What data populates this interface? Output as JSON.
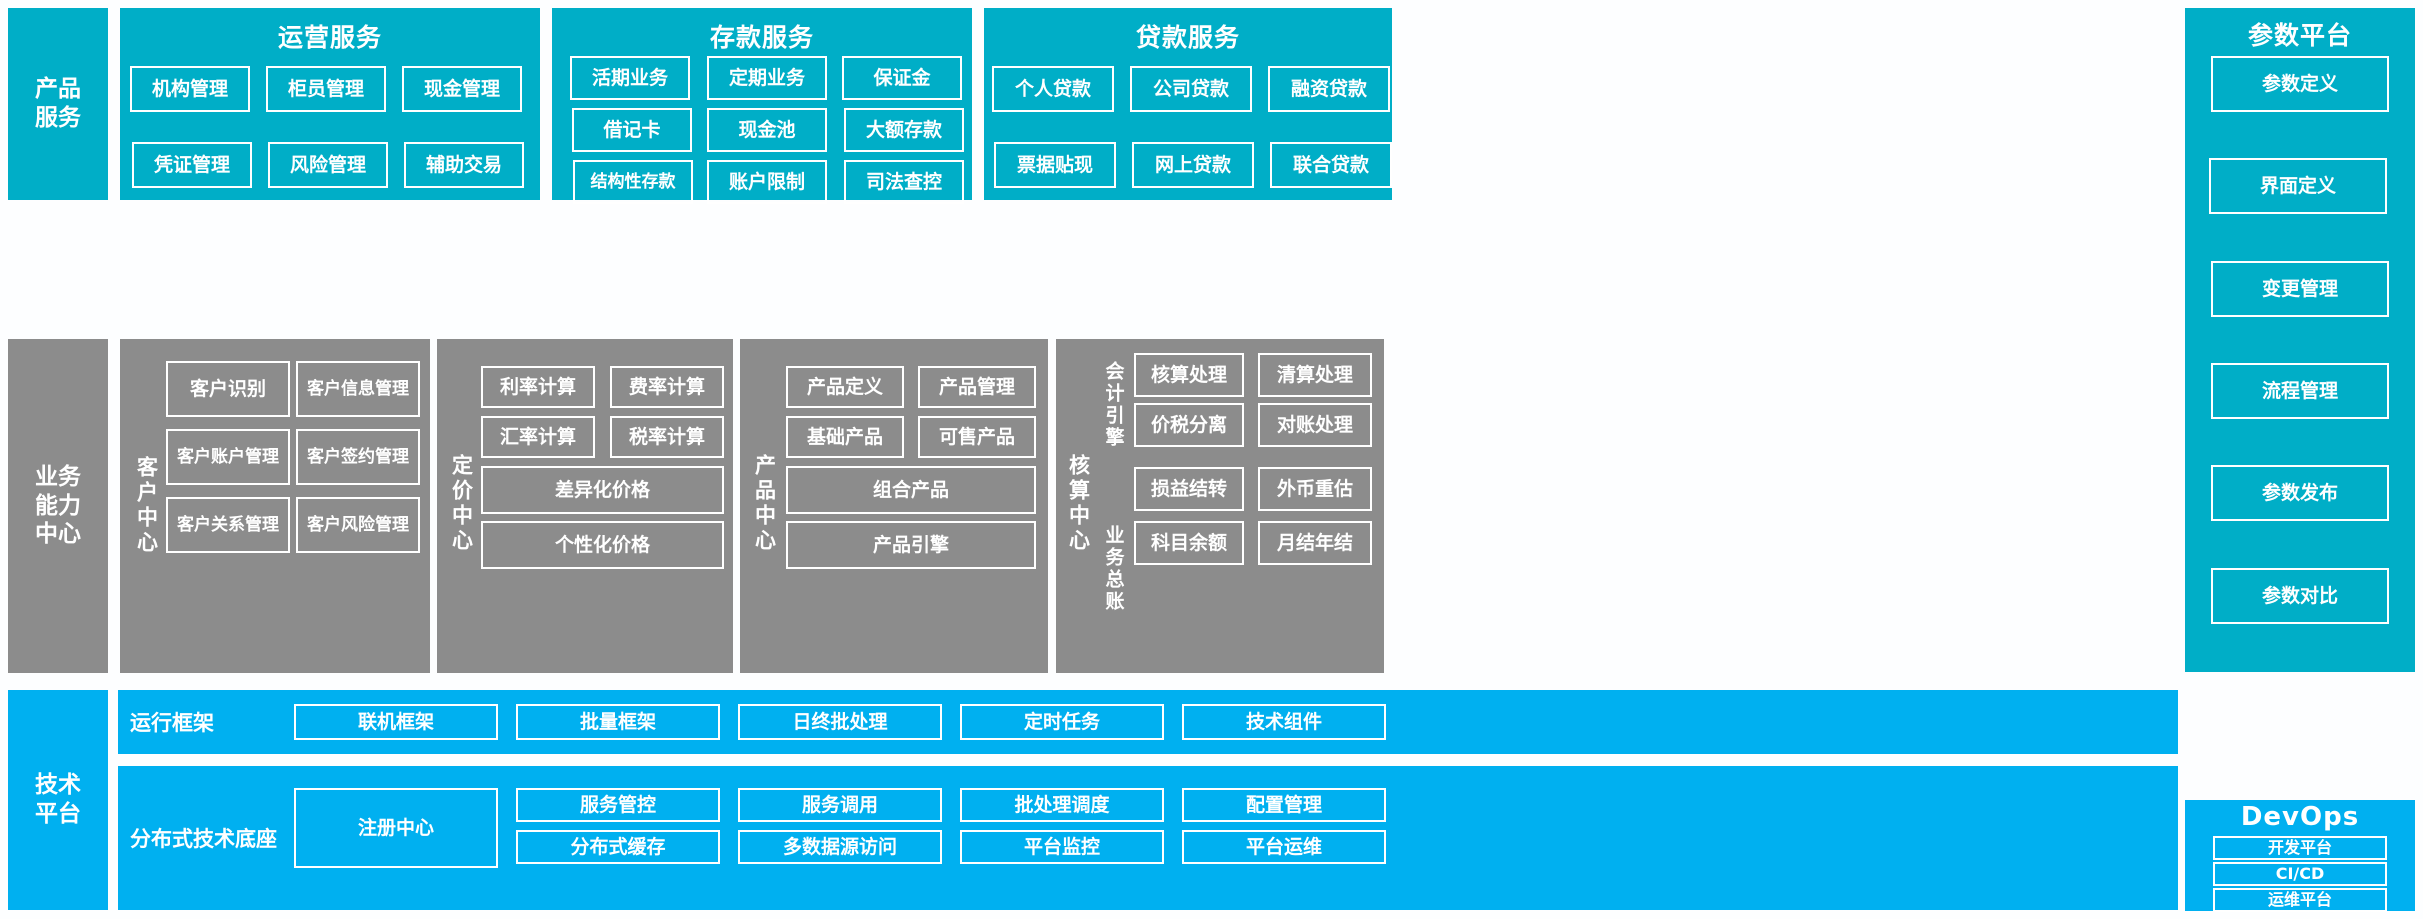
{
  "colors": {
    "teal": "#00aec7",
    "gray": "#8c8c8c",
    "blue": "#00b0f0",
    "background": "#fdfeff",
    "cell_border": "#ffffff",
    "text": "#ffffff"
  },
  "layers": {
    "product_service": {
      "label": "产品\n服务"
    },
    "business_capability": {
      "label": "业务\n能力\n中心"
    },
    "technical_platform": {
      "label": "技术\n平台"
    }
  },
  "service_groups": [
    {
      "title": "运营服务",
      "items": [
        "机构管理",
        "柜员管理",
        "现金管理",
        "凭证管理",
        "风险管理",
        "辅助交易"
      ]
    },
    {
      "title": "存款服务",
      "items": [
        "活期业务",
        "定期业务",
        "保证金",
        "借记卡",
        "现金池",
        "大额存款",
        "结构性存款",
        "账户限制",
        "司法查控"
      ]
    },
    {
      "title": "贷款服务",
      "items": [
        "个人贷款",
        "公司贷款",
        "融资贷款",
        "票据贴现",
        "网上贷款",
        "联合贷款"
      ]
    }
  ],
  "parameter_platform": {
    "title": "参数平台",
    "items": [
      "参数定义",
      "界面定义",
      "变更管理",
      "流程管理",
      "参数发布",
      "参数对比"
    ]
  },
  "centers": [
    {
      "name": "客户中心",
      "items": [
        "客户识别",
        "客户信息管理",
        "客户账户管理",
        "客户签约管理",
        "客户关系管理",
        "客户风险管理"
      ]
    },
    {
      "name": "定价中心",
      "items": [
        "利率计算",
        "费率计算",
        "汇率计算",
        "税率计算",
        "差异化价格",
        "个性化价格"
      ]
    },
    {
      "name": "产品中心",
      "items": [
        "产品定义",
        "产品管理",
        "基础产品",
        "可售产品",
        "组合产品",
        "产品引擎"
      ]
    },
    {
      "name": "核算中心",
      "subgroups": [
        {
          "label": "会计引擎",
          "items": [
            "核算处理",
            "清算处理",
            "价税分离",
            "对账处理"
          ]
        },
        {
          "label": "业务总账",
          "items": [
            "损益结转",
            "外币重估",
            "科目余额",
            "月结年结"
          ]
        }
      ]
    }
  ],
  "tech_rows": [
    {
      "label": "运行框架",
      "items": [
        "联机框架",
        "批量框架",
        "日终批处理",
        "定时任务",
        "技术组件"
      ]
    },
    {
      "label": "分布式技术底座",
      "wide_item": "注册中心",
      "columns": [
        [
          "服务管控",
          "分布式缓存"
        ],
        [
          "服务调用",
          "多数据源访问"
        ],
        [
          "批处理调度",
          "平台监控"
        ],
        [
          "配置管理",
          "平台运维"
        ]
      ]
    }
  ],
  "devops": {
    "title": "DevOps",
    "items": [
      "开发平台",
      "CI/CD",
      "运维平台"
    ]
  }
}
